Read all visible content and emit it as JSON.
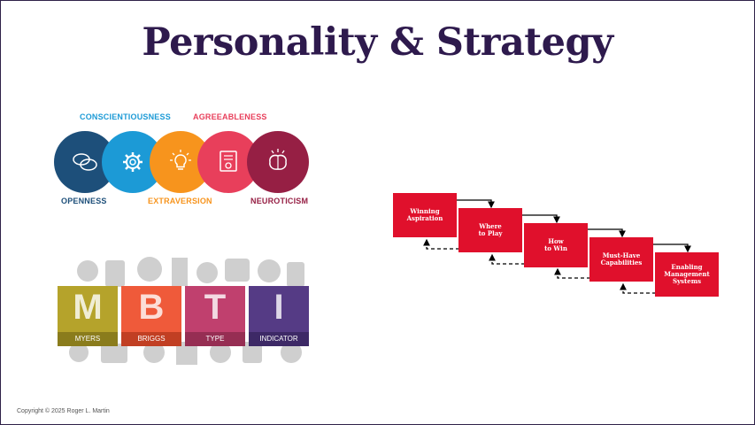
{
  "slide": {
    "title": "Personality & Strategy",
    "footer": "Copyright © 2025 Roger L. Martin"
  },
  "big_five": {
    "labels": {
      "conscientiousness": "CONSCIENTIOUSNESS",
      "agreeableness": "AGREEABLENESS",
      "openness": "OPENNESS",
      "extraversion": "EXTRAVERSION",
      "neuroticism": "NEUROTICISM"
    },
    "colors": {
      "openness": "#1d4f7a",
      "conscientiousness": "#1c9ad6",
      "extraversion": "#f7941d",
      "agreeableness": "#e83f5b",
      "neuroticism": "#961f44"
    },
    "icons": [
      "speech-bubbles-icon",
      "gear-icon",
      "lightbulb-icon",
      "certificate-icon",
      "brain-icon"
    ]
  },
  "mbti": {
    "letters": [
      "M",
      "B",
      "T",
      "I"
    ],
    "words": [
      "MYERS",
      "BRIGGS",
      "TYPE",
      "INDICATOR"
    ],
    "colors": [
      "#b5a32b",
      "#ef5a3a",
      "#c0406e",
      "#553b85"
    ]
  },
  "cascade": {
    "color": "#e0102c",
    "steps": [
      {
        "line1": "Winning",
        "line2": "Aspiration"
      },
      {
        "line1": "Where",
        "line2": "to Play"
      },
      {
        "line1": "How",
        "line2": "to Win"
      },
      {
        "line1": "Must-Have",
        "line2": "Capabilities"
      },
      {
        "line1": "Enabling",
        "line2": "Management",
        "line3": "Systems"
      }
    ]
  }
}
